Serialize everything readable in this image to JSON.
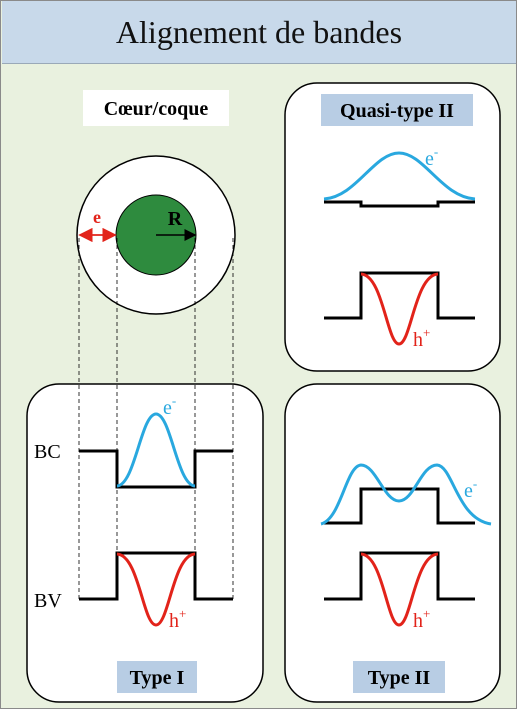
{
  "header": {
    "title": "Alignement de bandes"
  },
  "colors": {
    "background": "#e9f1df",
    "header_bg": "#c8d9ea",
    "label_bg": "#b8cde4",
    "electron": "#29a8df",
    "hole": "#e2231a",
    "core": "#2e8b3e",
    "dimension": "#e2231a"
  },
  "coreshell": {
    "title": "Cœur/coque",
    "thickness_label": "e",
    "radius_label": "R"
  },
  "panels": {
    "type1": {
      "label": "Type I",
      "bc": "BC",
      "bv": "BV",
      "electron": "e",
      "electron_sup": "-",
      "hole": "h",
      "hole_sup": "+"
    },
    "quasi": {
      "label": "Quasi-type II",
      "electron": "e",
      "electron_sup": "-",
      "hole": "h",
      "hole_sup": "+"
    },
    "type2": {
      "label": "Type II",
      "electron": "e",
      "electron_sup": "-",
      "hole": "h",
      "hole_sup": "+"
    }
  }
}
